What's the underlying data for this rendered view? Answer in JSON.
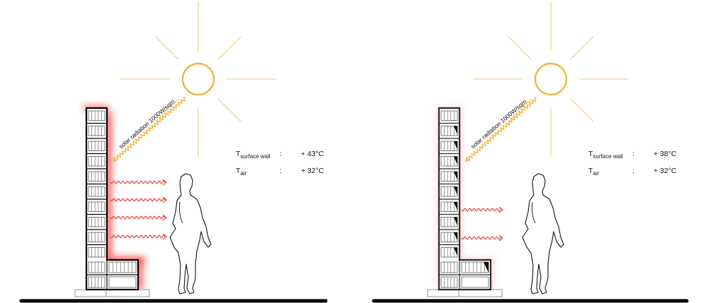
{
  "panels": [
    {
      "radiation_label": "solar radiation 1000W/sqm",
      "surface_symbol": "T",
      "surface_sub": "surface wall",
      "surface_value": "+ 43°C",
      "air_symbol": "T",
      "air_sub": "air",
      "air_value": "+ 32°C",
      "separator": ":",
      "heat_wave_count": 4,
      "shaded_cells": false
    },
    {
      "radiation_label": "solar radiation 1000W/sqm",
      "surface_symbol": "T",
      "surface_sub": "surface wall",
      "surface_value": "+ 38°C",
      "air_symbol": "T",
      "air_sub": "air",
      "air_value": "+ 32°C",
      "separator": ":",
      "heat_wave_count": 2,
      "shaded_cells": true
    }
  ],
  "colors": {
    "sun": "#f3b33d",
    "heat": "#e8302b",
    "glow": "#ff2a2a",
    "wall": "#111111",
    "ground": "#000000"
  },
  "icons": [
    "sun-icon",
    "wall-icon",
    "person-silhouette-icon",
    "heat-wave-icon"
  ]
}
